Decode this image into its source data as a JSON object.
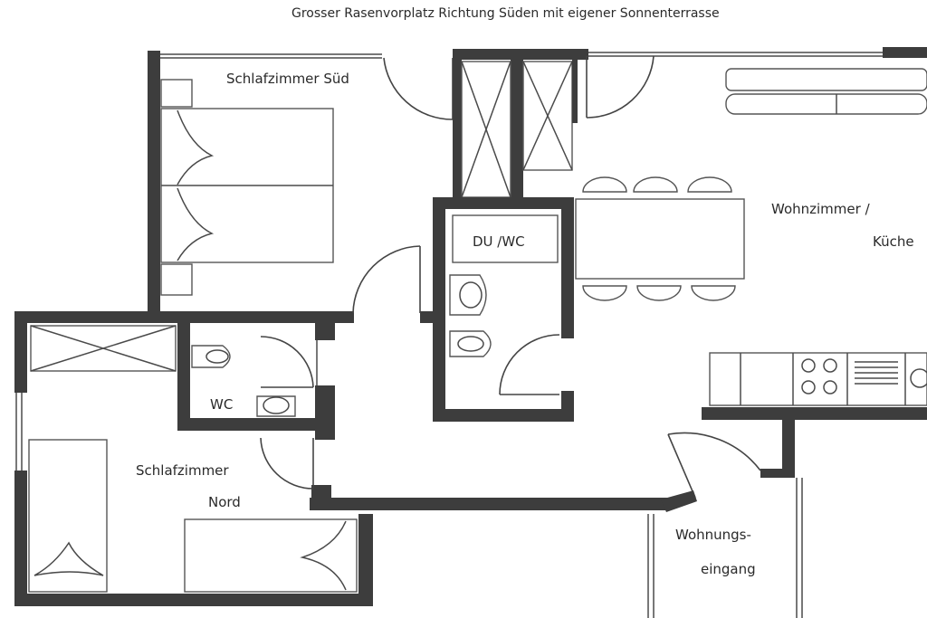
{
  "title": "Grosser Rasenvorplatz Richtung Süden mit eigener Sonnenterrasse",
  "rooms": {
    "schlafzimmer_sued": "Schlafzimmer Süd",
    "du_wc": "DU /WC",
    "wohnzimmer_line1": "Wohnzimmer /",
    "wohnzimmer_line2": "Küche",
    "wc": "WC",
    "schlafzimmer_nord_line1": "Schlafzimmer",
    "schlafzimmer_nord_line2": "Nord",
    "eingang_line1": "Wohnungs-",
    "eingang_line2": "eingang"
  },
  "colors": {
    "wall": "#3d3d3d",
    "paper": "#ffffff",
    "text": "#2a2a2a"
  }
}
